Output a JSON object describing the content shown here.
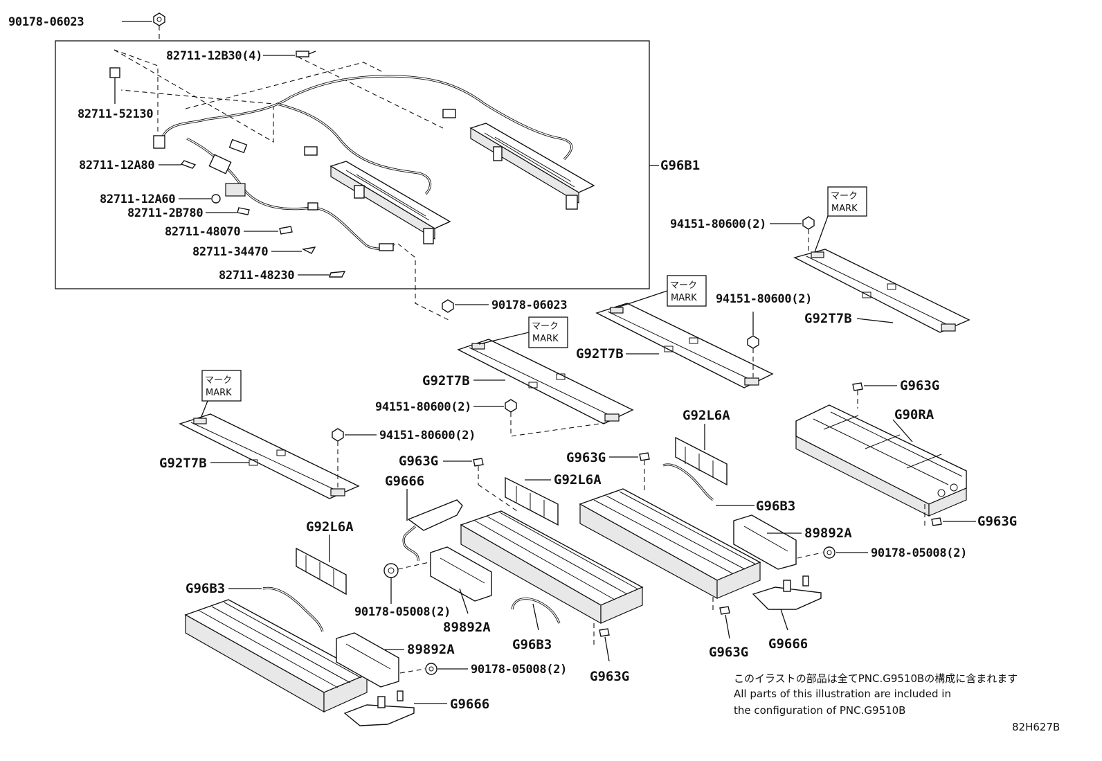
{
  "labels": {
    "p90178_06023_top": "90178-06023",
    "p82711_12B30": "82711-12B30(4)",
    "p82711_52130": "82711-52130",
    "p82711_12A80": "82711-12A80",
    "p82711_12A60": "82711-12A60",
    "p82711_2B780": "82711-2B780",
    "p82711_48070": "82711-48070",
    "p82711_34470": "82711-34470",
    "p82711_48230": "82711-48230",
    "g96b1": "G96B1",
    "p90178_06023_mid": "90178-06023",
    "p94151_a": "94151-80600(2)",
    "p94151_b": "94151-80600(2)",
    "p94151_c": "94151-80600(2)",
    "p94151_d": "94151-80600(2)",
    "g92t7b_a": "G92T7B",
    "g92t7b_b": "G92T7B",
    "g92t7b_c": "G92T7B",
    "g92t7b_d": "G92T7B",
    "g963g_a": "G963G",
    "g963g_b": "G963G",
    "g963g_c": "G963G",
    "g963g_d": "G963G",
    "g963g_e": "G963G",
    "g963g_f": "G963G",
    "g90ra": "G90RA",
    "g92l6a_a": "G92L6A",
    "g92l6a_b": "G92L6A",
    "g92l6a_c": "G92L6A",
    "g9666_a": "G9666",
    "g9666_b": "G9666",
    "g9666_c": "G9666",
    "g96b3_a": "G96B3",
    "g96b3_b": "G96B3",
    "g96b3_c": "G96B3",
    "p89892a_a": "89892A",
    "p89892a_b": "89892A",
    "p89892a_c": "89892A",
    "p90178_05008_a": "90178-05008(2)",
    "p90178_05008_b": "90178-05008(2)",
    "p90178_05008_c": "90178-05008(2)"
  },
  "marks": {
    "jp": "マーク",
    "en": "MARK"
  },
  "note": {
    "line1": "このイラストの部品は全てPNC.G9510Bの構成に含まれます",
    "line2": "All parts of this illustration are included in",
    "line3": "the configuration of PNC.G9510B"
  },
  "diagram_id": "82H627B"
}
